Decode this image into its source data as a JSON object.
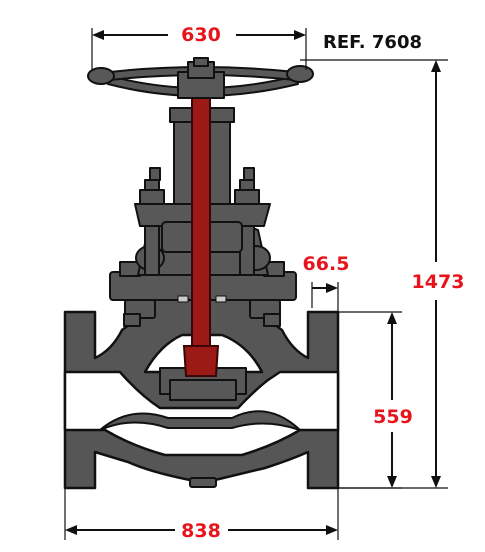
{
  "reference": "REF. 7608",
  "dimensions": {
    "handwheel_diameter": "630",
    "total_height": "1473",
    "flange_offset": "66.5",
    "center_height": "559",
    "face_to_face": "838"
  },
  "colors": {
    "body": "#565656",
    "stem": "#9c1a16",
    "dimension_text": "#e8141c",
    "reference_text": "#111111"
  }
}
